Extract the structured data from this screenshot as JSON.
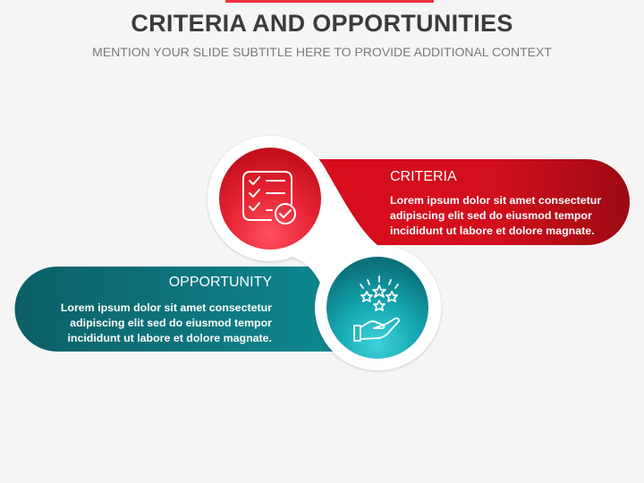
{
  "header": {
    "title": "CRITERIA AND OPPORTUNITIES",
    "subtitle": "MENTION YOUR SLIDE SUBTITLE HERE TO PROVIDE ADDITIONAL CONTEXT",
    "accent_bar_color": "#f0303a"
  },
  "items": [
    {
      "title": "CRITERIA",
      "body_lines": [
        "Lorem ipsum dolor sit amet consectetur",
        "adipiscing elit sed do eiusmod tempor",
        "incididunt ut labore et dolore magnate."
      ],
      "icon": "checklist-icon",
      "color": "#d10f1f"
    },
    {
      "title": "OPPORTUNITY",
      "body_lines": [
        "Lorem ipsum dolor sit amet consectetur",
        "adipiscing elit sed do eiusmod tempor",
        "incididunt ut labore et dolore magnate."
      ],
      "icon": "hand-stars-icon",
      "color": "#0e7f85"
    }
  ]
}
